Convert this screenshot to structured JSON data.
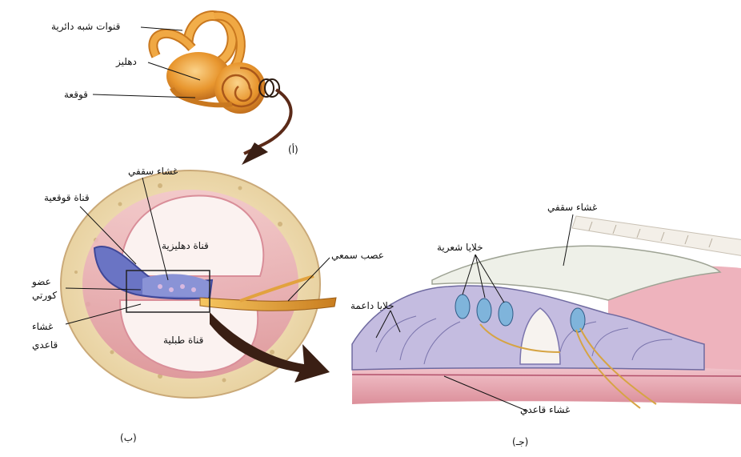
{
  "panel_a": {
    "caption": "(أ)",
    "labels": {
      "semicircular_canals": "قنوات شبه دائرية",
      "vestibule": "دهليز",
      "cochlea": "قوقعة"
    }
  },
  "panel_b": {
    "caption": "(ب)",
    "labels": {
      "tectorial_membrane": "غشاء سقفي",
      "cochlear_duct": "قناة قوقعية",
      "vestibular_canal": "قناة دهليزية",
      "auditory_nerve": "عصب سمعي",
      "organ_of_corti_1": "عضو",
      "organ_of_corti_2": "كورتي",
      "basilar_membrane_1": "غشاء",
      "basilar_membrane_2": "قاعدي",
      "tympanic_canal": "قناة طبلية"
    }
  },
  "panel_c": {
    "caption": "(جـ)",
    "labels": {
      "tectorial_membrane": "غشاء سقفي",
      "hair_cells": "خلايا شعرية",
      "supporting_cells": "خلايا داعمة",
      "basilar_membrane": "غشاء قاعدي"
    }
  },
  "colors": {
    "ear_orange": "#e8962e",
    "bone": "#f1e3c2",
    "pink": "#e7a0aa",
    "blue": "#5a63b8",
    "nerve": "#e0a23a",
    "arrow": "#3a1f14",
    "cells": "#b7aed6"
  }
}
